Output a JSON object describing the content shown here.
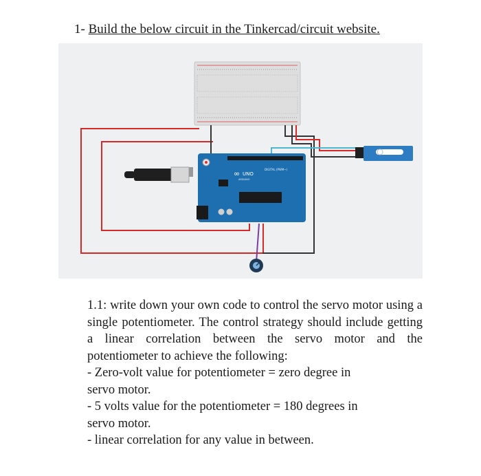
{
  "heading": {
    "number": "1-",
    "title": "Build the below circuit in the Tinkercad/circuit website."
  },
  "figure": {
    "board_label": "UNO",
    "board_brand": "ARDUINO",
    "board_subtitle": "DIGITAL (PWM~)",
    "colors": {
      "background": "#eef0f2",
      "board": "#1d6fb0",
      "breadboard": "#dcdcdc",
      "wire_red": "#d62a2a",
      "wire_black": "#333333",
      "wire_cyan": "#4fb6cf",
      "wire_purple": "#7a3fa0",
      "servo": "#2e7cc2"
    }
  },
  "body": {
    "paragraph": "1.1: write down your own code to control the servo motor using a single potentiometer. The control strategy should include getting a linear correlation between the servo motor and the potentiometer to achieve the following:",
    "bullets": [
      {
        "line1": "- Zero-volt value for potentiometer = zero degree in",
        "line2": "servo motor."
      },
      {
        "line1": "-  5 volts value for the potentiometer = 180 degrees in",
        "line2": "servo motor."
      },
      {
        "line1": "- linear correlation for any value in between.",
        "line2": ""
      }
    ]
  }
}
